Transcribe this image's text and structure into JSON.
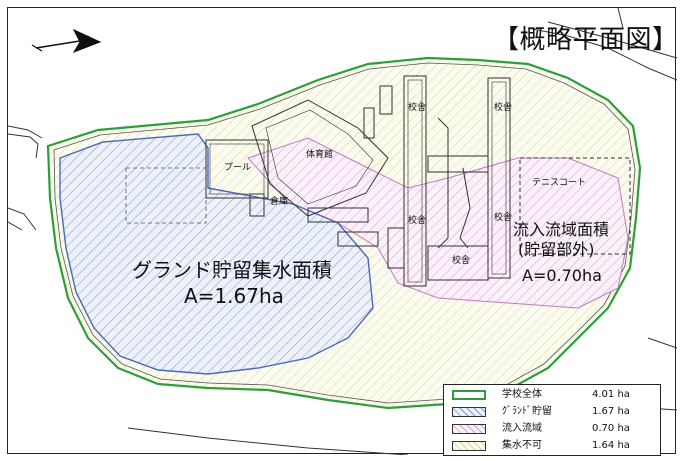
{
  "title": "【概略平面図】",
  "areas": {
    "ground": {
      "label": "グランド貯留集水面積",
      "value": "A=1.67ha"
    },
    "inflow": {
      "label": "流入流域面積",
      "sublabel": "(貯留部外)",
      "value": "A=0.70ha"
    }
  },
  "buildings": {
    "pool": "プール",
    "gym": "体育館",
    "warehouse": "倉庫",
    "school_1": "校舎",
    "school_2": "校舎",
    "school_3": "校舎",
    "school_4": "校舎",
    "school_5": "校舎",
    "tennis": "テニスコート"
  },
  "legend": [
    {
      "name": "学校全体",
      "value": "4.01 ha",
      "color": "#2e9e3a",
      "pattern": "outline"
    },
    {
      "name": "ｸﾞﾗﾝﾄﾞ貯留",
      "value": "1.67 ha",
      "color": "#6a86c8",
      "pattern": "hatch"
    },
    {
      "name": "流入流域",
      "value": "0.70 ha",
      "color": "#d07ac8",
      "pattern": "hatch"
    },
    {
      "name": "集水不可",
      "value": "1.64 ha",
      "color": "#c8d27a",
      "pattern": "hatch"
    }
  ],
  "icons": {
    "north_arrow": "north-arrow-icon"
  }
}
